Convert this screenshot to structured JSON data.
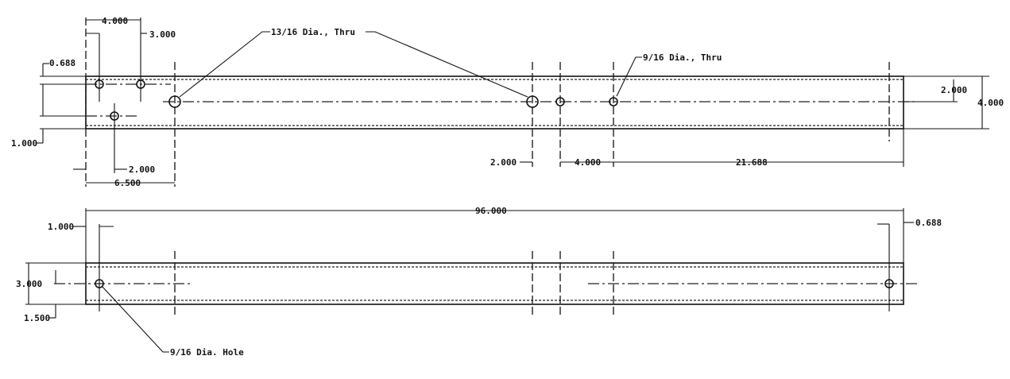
{
  "top_view": {
    "dims": {
      "d_4000_top": "4.000",
      "d_3000": "3.000",
      "d_0688": "0.688",
      "d_1000": "1.000",
      "d_2000_low": "2.000",
      "d_6500": "6.500",
      "d_2000_mid": "2.000",
      "d_4000_mid": "4.000",
      "d_21688": "21.688",
      "d_2000_right": "2.000",
      "d_4000_right": "4.000"
    },
    "callouts": {
      "big_hole": "13/16 Dia., Thru",
      "small_hole": "9/16 Dia., Thru"
    }
  },
  "bottom_view": {
    "dims": {
      "d_96000": "96.000",
      "d_1000": "1.000",
      "d_0688": "0.688",
      "d_3000": "3.000",
      "d_1500": "1.500"
    },
    "callouts": {
      "hole": "9/16 Dia. Hole"
    }
  }
}
